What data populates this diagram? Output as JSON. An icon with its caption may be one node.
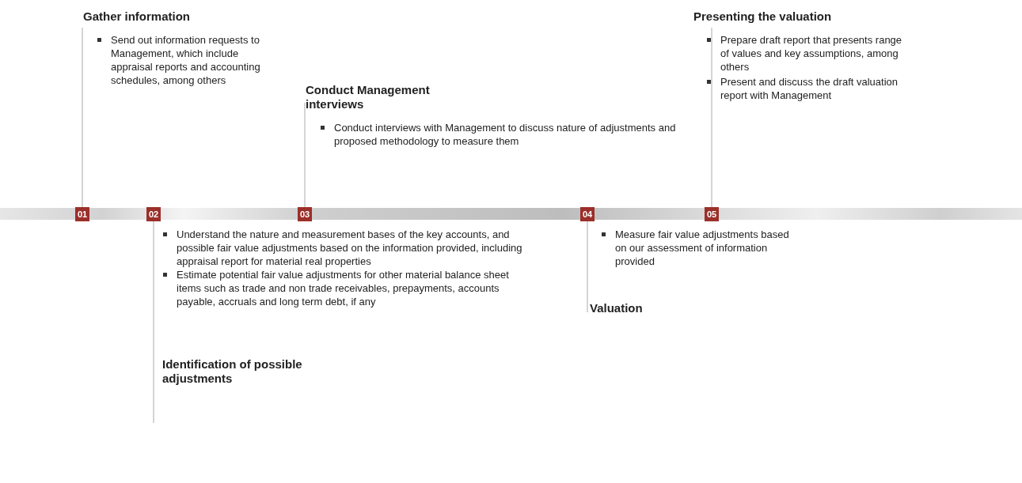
{
  "diagram": {
    "nodes": [
      {
        "text": [
          "Gather information",
          "Send out information requests to Management, which include appraisal reports and accounting schedules, among others"
        ]
      },
      {
        "text": [
          "Conduct Management interviews",
          "Conduct interviews with Management to discuss nature of adjustments and proposed methodology to measure them"
        ]
      },
      {
        "text": [
          "Presenting the valuation",
          "Prepare draft report that presents range of values and key assumptions, among others",
          "Present and discuss the draft valuation report with Management"
        ]
      },
      {
        "text": [
          "01"
        ]
      },
      {
        "text": [
          "02"
        ]
      },
      {
        "text": [
          "03"
        ]
      },
      {
        "text": [
          "04"
        ]
      },
      {
        "text": [
          "05"
        ]
      },
      {
        "text": [
          "Understand the nature and measurement bases of the key accounts, and possible fair value adjustments based on the information provided, including appraisal report for material real properties",
          "Estimate potential fair value adjustments for other material balance sheet items such as trade and non trade receivables, prepayments, accounts payable, accruals and long term debt, if any",
          "Identification of possible adjustments"
        ]
      },
      {
        "text": [
          "Measure fair value adjustments based on our assessment of information provided",
          "Valuation"
        ]
      }
    ],
    "edges": [
      {
        "from": 3,
        "to": 0,
        "arrow": "none"
      },
      {
        "from": 4,
        "to": 8,
        "arrow": "none"
      },
      {
        "from": 5,
        "to": 1,
        "arrow": "none"
      },
      {
        "from": 6,
        "to": 9,
        "arrow": "none"
      },
      {
        "from": 7,
        "to": 2,
        "arrow": "none"
      }
    ]
  }
}
